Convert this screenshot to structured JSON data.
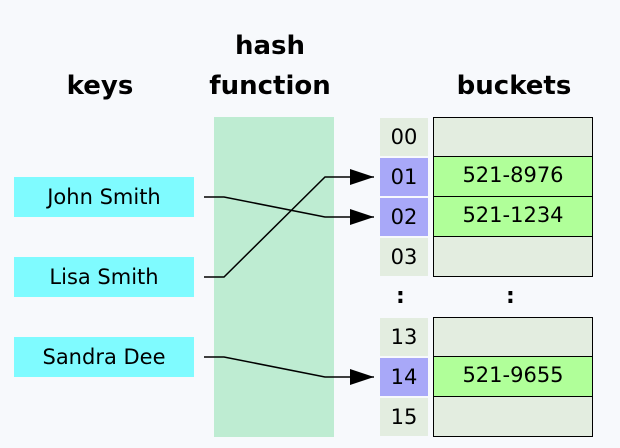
{
  "titles": {
    "keys": "keys",
    "hash_function_line1": "hash",
    "hash_function_line2": "function",
    "buckets": "buckets"
  },
  "keys": [
    "John Smith",
    "Lisa Smith",
    "Sandra Dee"
  ],
  "buckets_top": [
    {
      "index": "00",
      "value": ""
    },
    {
      "index": "01",
      "value": "521-8976"
    },
    {
      "index": "02",
      "value": "521-1234"
    },
    {
      "index": "03",
      "value": ""
    }
  ],
  "buckets_bottom": [
    {
      "index": "13",
      "value": ""
    },
    {
      "index": "14",
      "value": "521-9655"
    },
    {
      "index": "15",
      "value": ""
    }
  ],
  "ellipsis": ":",
  "mappings": [
    {
      "key": "John Smith",
      "bucket": "02"
    },
    {
      "key": "Lisa Smith",
      "bucket": "01"
    },
    {
      "key": "Sandra Dee",
      "bucket": "14"
    }
  ],
  "colors": {
    "key_fill": "#7ffbff",
    "hash_band": "#beecd2",
    "index_empty": "#e3ede0",
    "index_used": "#a8a8f8",
    "bucket_empty": "#e3ede0",
    "bucket_used": "#b0ff99"
  }
}
